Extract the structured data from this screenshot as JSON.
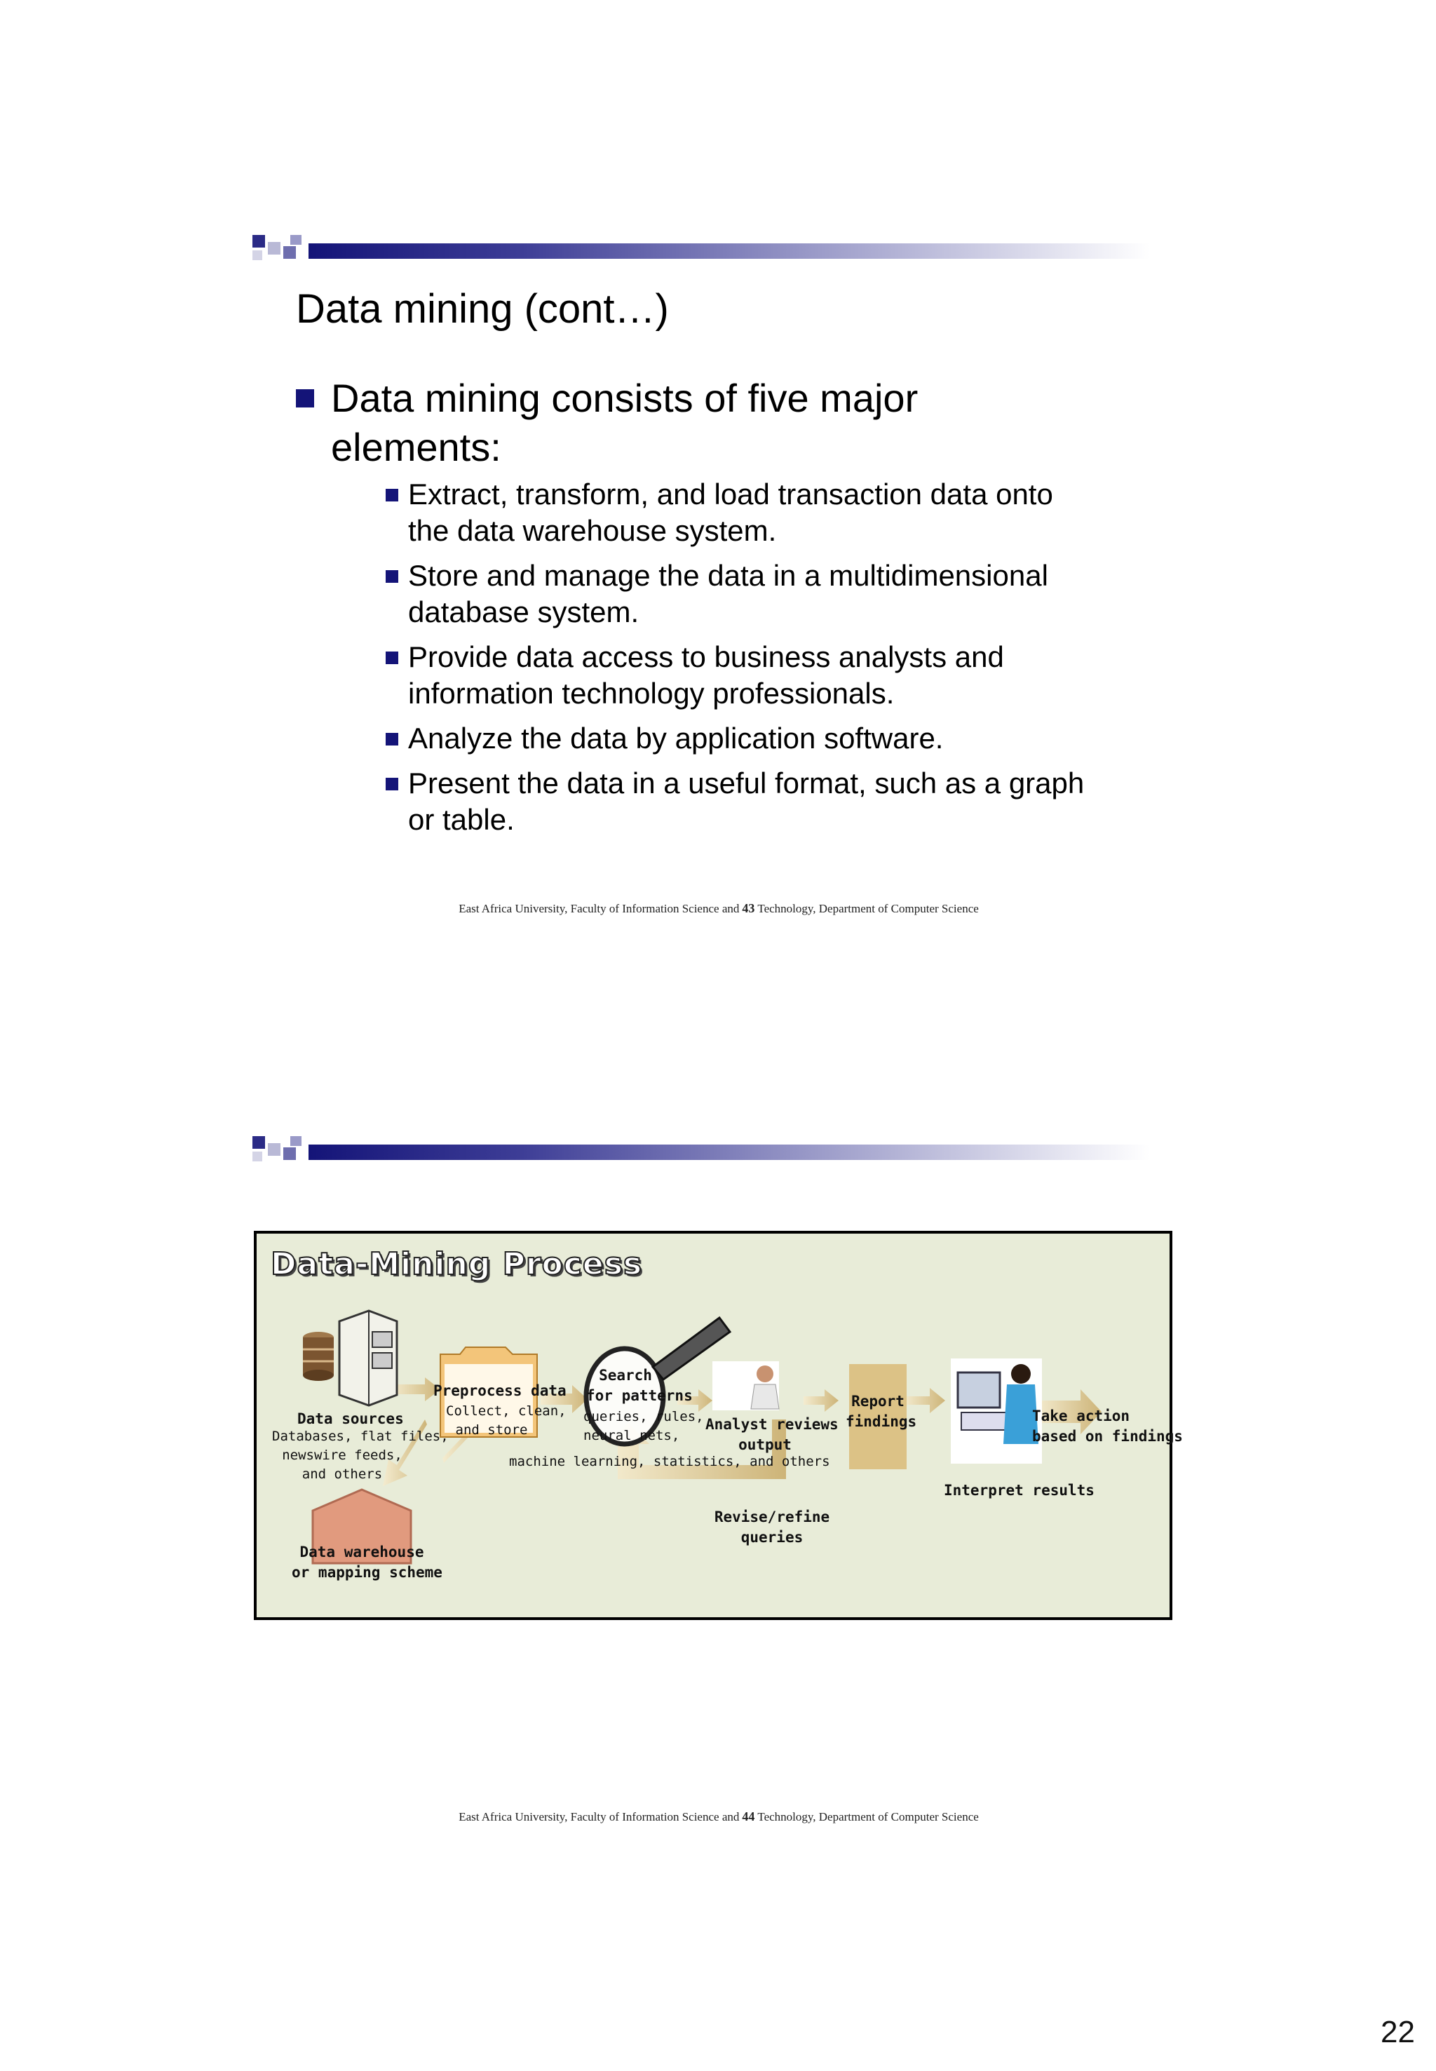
{
  "slide1": {
    "title": "Data mining (cont…)",
    "main_bullet": "Data mining consists of five major elements:",
    "sub_bullets": [
      "Extract, transform, and load transaction data onto the data warehouse system.",
      "Store and manage the data in a multidimensional database system.",
      "Provide data access to business analysts and information technology professionals.",
      "Analyze the data by application software.",
      "Present the data in a useful format, such as a graph or table."
    ],
    "footer_left": "East Africa University, Faculty of Information Science and",
    "footer_right": "Technology, Department of Computer Science",
    "slide_number": "43"
  },
  "slide2": {
    "figure": {
      "title": "Data-Mining Process",
      "data_sources": "Data sources",
      "data_sources_detail": [
        "Databases, flat files,",
        "newswire feeds,",
        "and others"
      ],
      "preprocess": "Preprocess data",
      "preprocess_detail": [
        "Collect, clean,",
        "and store"
      ],
      "search": [
        "Search",
        "for patterns"
      ],
      "search_detail": [
        "queries, rules,",
        "neural nets,"
      ],
      "search_detail_line": "machine learning, statistics, and others",
      "analyst": [
        "Analyst reviews",
        "output"
      ],
      "report": [
        "Report",
        "findings"
      ],
      "interpret": "Interpret results",
      "take_action": [
        "Take action",
        "based on findings"
      ],
      "revise": [
        "Revise/refine",
        "queries"
      ],
      "warehouse": [
        "Data warehouse",
        "or mapping scheme"
      ]
    },
    "footer_left": "East Africa University, Faculty of Information Science and",
    "footer_right": "Technology, Department of Computer Science",
    "slide_number": "44"
  },
  "page_number": "22",
  "colors": {
    "bullet": "#141478",
    "arrow": "#d9c48a",
    "warehouse": "#e19a7e"
  }
}
